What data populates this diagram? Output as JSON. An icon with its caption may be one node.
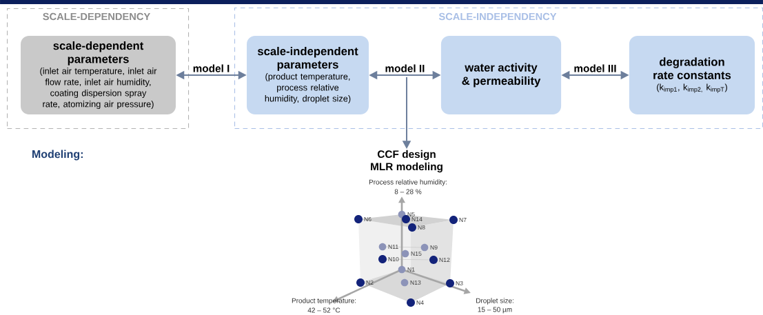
{
  "diagram": {
    "nodes": [
      {
        "text": [
          "SCALE-DEPENDENCY"
        ]
      },
      {
        "text": [
          "scale-dependent parameters",
          "(inlet air temperature, inlet air flow rate, inlet air humidity, coating dispersion spray rate, atomizing air pressure)"
        ],
        "in": 0
      },
      {
        "text": [
          "SCALE-INDEPENDENCY"
        ]
      },
      {
        "text": [
          "scale-independent parameters",
          "(product temperature, process relative humidity, droplet size)"
        ],
        "in": 2
      },
      {
        "text": [
          "water activity & permeability"
        ],
        "in": 2
      },
      {
        "text": [
          "degradation rate constants",
          "(k$_{imp1}$, k$_{imp2,}$ k$_{impT}$)"
        ],
        "in": 2
      },
      {
        "text": [
          "CCF design",
          "MLR modeling"
        ]
      }
    ],
    "edges": [
      {
        "from": 1,
        "to": 3,
        "arrow": "both",
        "label": "model I"
      },
      {
        "from": 3,
        "to": 4,
        "arrow": "both",
        "label": "model II"
      },
      {
        "from": 4,
        "to": 5,
        "arrow": "both",
        "label": "model III"
      },
      {
        "from": null,
        "to": 6,
        "arrow": "to"
      }
    ],
    "labels": [
      "Modeling:",
      "Process relative humidity:",
      "8 – 28 %",
      "N5",
      "N6",
      "N14",
      "N7",
      "N8",
      "N11",
      "N9",
      "N15",
      "N10",
      "N12",
      "N1",
      "N2",
      "N13",
      "N3",
      "N4",
      "Product temperature:",
      "42 – 52 °C",
      "Droplet size:",
      "15 – 50 µm"
    ]
  }
}
